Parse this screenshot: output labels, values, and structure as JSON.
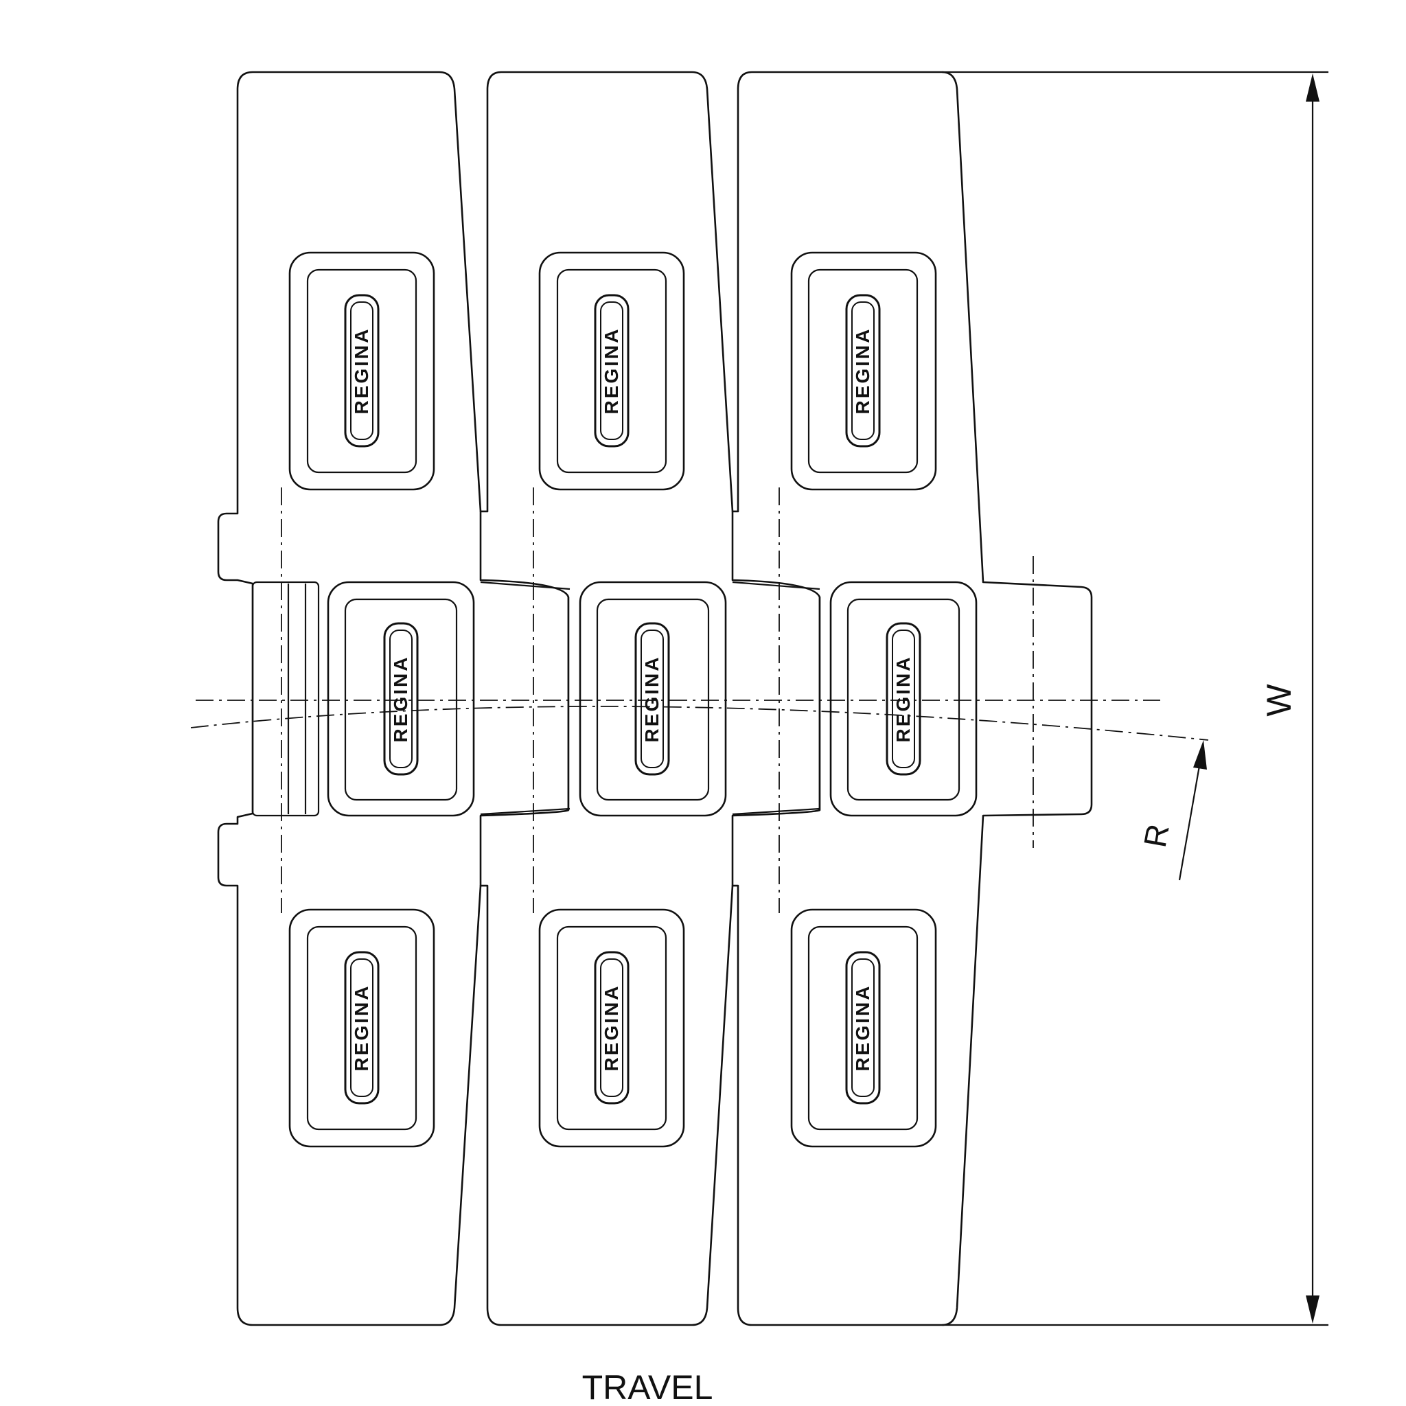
{
  "labels": {
    "width_dim": "W",
    "radius_dim": "R",
    "travel": "TRAVEL",
    "logo": "REGINA"
  },
  "colors": {
    "line": "#111111",
    "background": "#ffffff"
  },
  "modules": {
    "columns": 3,
    "logos_per_module": 3
  }
}
